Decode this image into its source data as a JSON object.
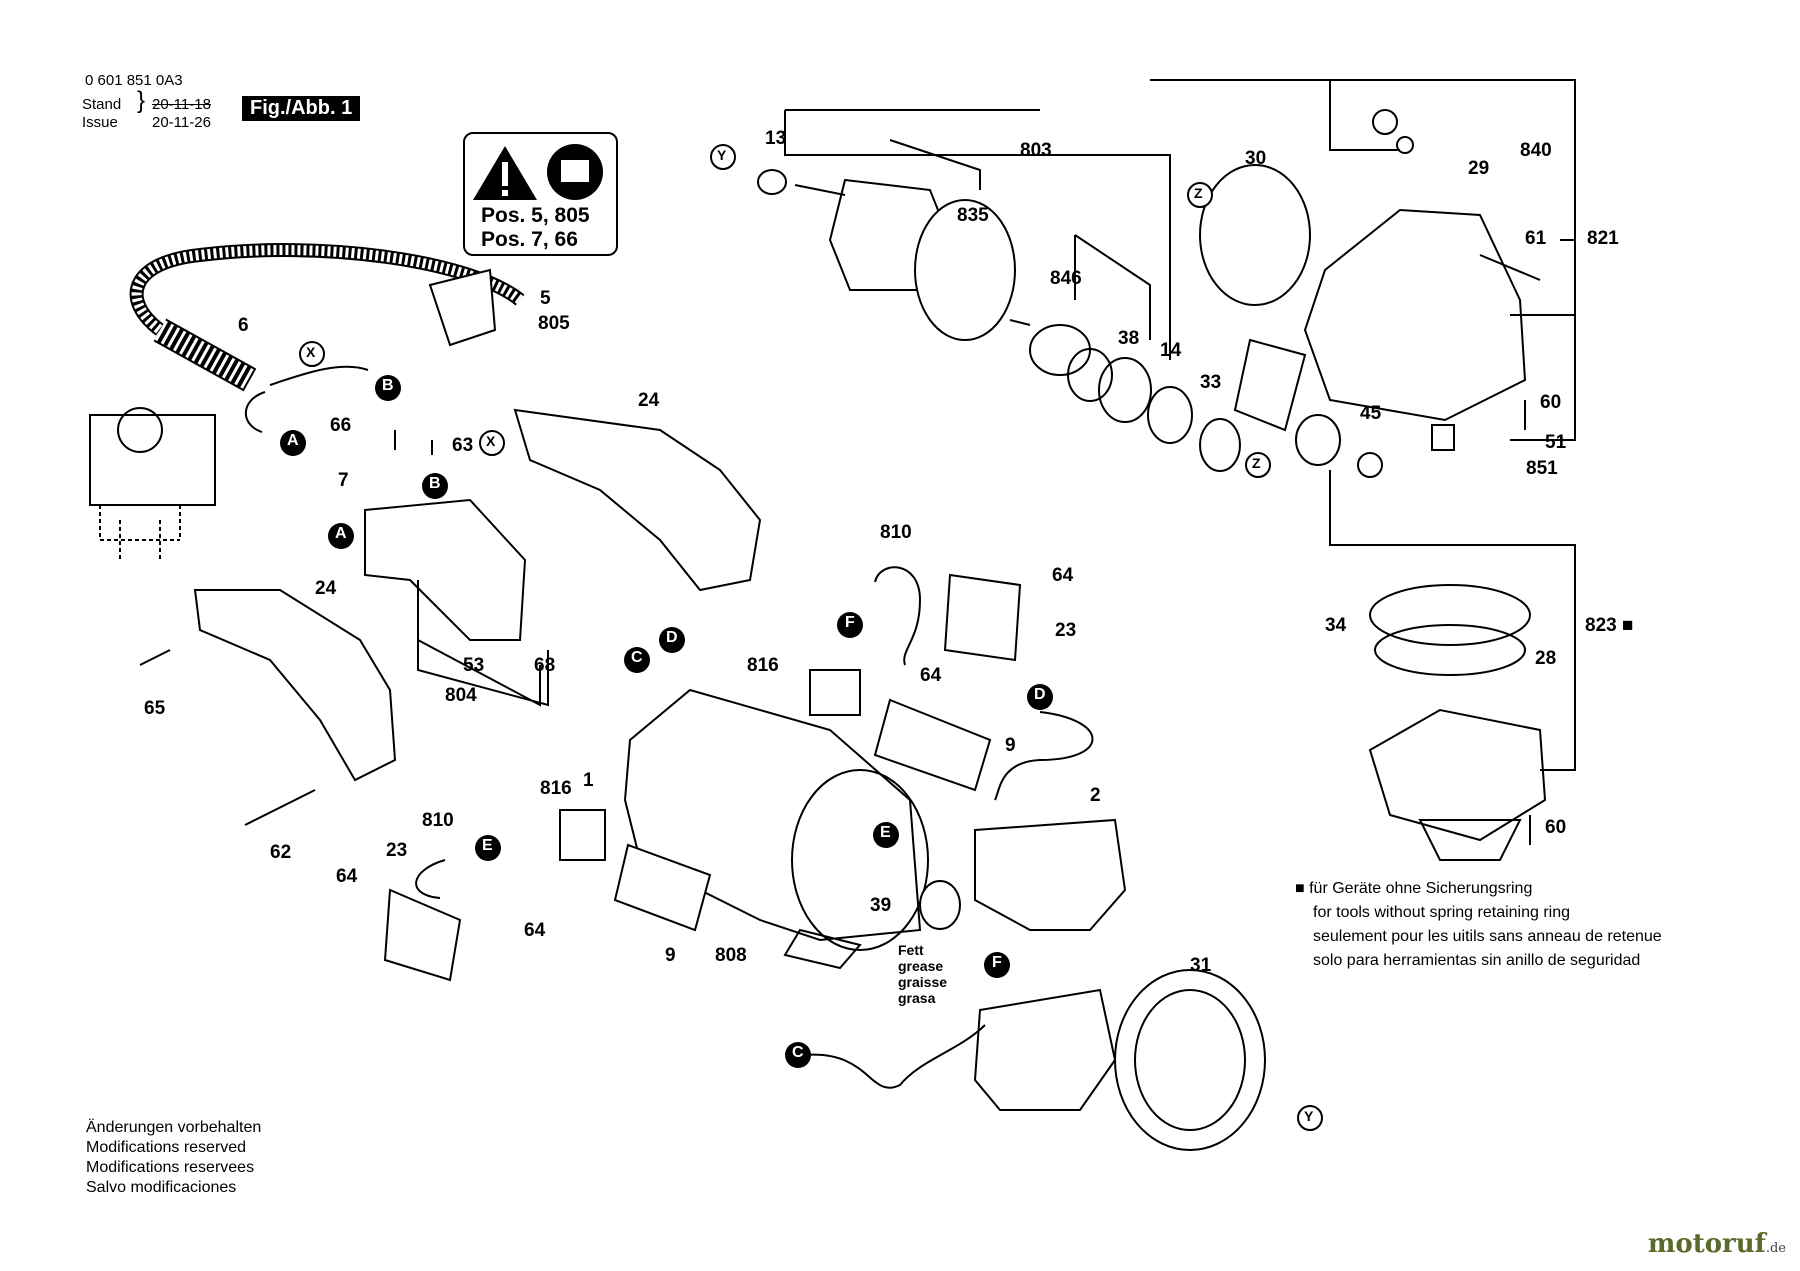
{
  "header": {
    "part_number": "0 601 851 0A3",
    "stand_label": "Stand",
    "issue_label": "Issue",
    "stand_date": "20-11-18",
    "issue_date": "20-11-26",
    "figure": "Fig./Abb. 1"
  },
  "warning": {
    "line1": "Pos. 5, 805",
    "line2": "Pos. 7, 66"
  },
  "labels": {
    "p1": "1",
    "p2": "2",
    "p5": "5",
    "p6": "6",
    "p7": "7",
    "p9a": "9",
    "p9b": "9",
    "p13": "13",
    "p14": "14",
    "p23a": "23",
    "p23b": "23",
    "p24a": "24",
    "p24b": "24",
    "p28": "28",
    "p29": "29",
    "p30": "30",
    "p31": "31",
    "p33": "33",
    "p34": "34",
    "p38": "38",
    "p39": "39",
    "p45": "45",
    "p51": "51",
    "p53": "53",
    "p60a": "60",
    "p60b": "60",
    "p61": "61",
    "p62": "62",
    "p63": "63",
    "p64a": "64",
    "p64b": "64",
    "p64c": "64",
    "p64d": "64",
    "p65": "65",
    "p66": "66",
    "p68": "68",
    "p803": "803",
    "p804": "804",
    "p805": "805",
    "p808": "808",
    "p810a": "810",
    "p810b": "810",
    "p816a": "816",
    "p816b": "816",
    "p821": "821",
    "p823": "823 ■",
    "p835": "835",
    "p840": "840",
    "p846": "846",
    "p851": "851"
  },
  "connectors": {
    "A": "A",
    "B": "B",
    "C": "C",
    "D": "D",
    "E": "E",
    "F": "F",
    "X": "X",
    "Y": "Y",
    "Z": "Z"
  },
  "grease": [
    "Fett",
    "grease",
    "graisse",
    "grasa"
  ],
  "note": {
    "l1": "■ für Geräte ohne Sicherungsring",
    "l2": "for tools without spring retaining ring",
    "l3": "seulement pour les uitils sans anneau de retenue",
    "l4": "solo para herramientas sin anillo de seguridad"
  },
  "modifications": {
    "l1": "Änderungen vorbehalten",
    "l2": "Modifications reserved",
    "l3": "Modifications reservees",
    "l4": "Salvo modificaciones"
  },
  "brand": {
    "name": "motoruf",
    "tld": ".de"
  }
}
